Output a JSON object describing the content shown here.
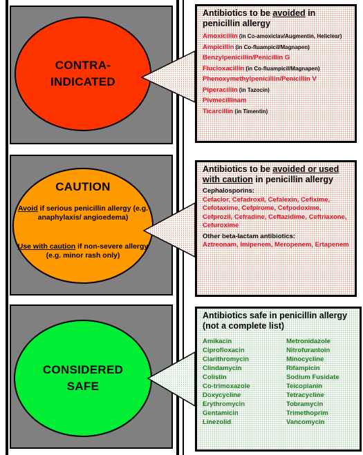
{
  "contra": {
    "circle_lines": [
      "CONTRA-",
      "INDICATED"
    ],
    "box_title_pre": "Antibiotics to be ",
    "box_title_u": "avoided",
    "box_title_post": " in penicillin allergy",
    "drugs": [
      {
        "name": "Amoxicillin",
        "note": " (in Co-amoxiclav/Augmentin, Heliclear)"
      },
      {
        "name": "Ampicillin",
        "note": " (in Co-fluampicil/Magnapen)"
      },
      {
        "name": "Benzylpenicillin/Penicillin G",
        "note": ""
      },
      {
        "name": "Flucloxacillin",
        "note": " (in Co-fluampicil/Magnapen)"
      },
      {
        "name": "Phenoxymethylpenicillin/Penicillin V",
        "note": ""
      },
      {
        "name": "Piperacillin",
        "note": " (in Tazocin)"
      },
      {
        "name": "Pivmecillinam",
        "note": ""
      },
      {
        "name": "Ticarcillin",
        "note": " (in Timentin)"
      }
    ]
  },
  "caution": {
    "circle_title": "CAUTION",
    "avoid_label": "Avoid",
    "avoid_text": " if serious penicillin allergy (e.g. anaphylaxis/ angioedema)",
    "use_label": "Use with caution",
    "use_text": " if non-severe allergy (e.g. minor rash only)",
    "box_title_pre": "Antibiotics to be ",
    "box_title_u": "avoided or used with caution",
    "box_title_post": " in penicillin allergy",
    "ceph_heading": "Cephalosporins:",
    "ceph_list": "Cefaclor, Cefadroxil, Cefalexin, Cefixime, Cefotaxime, Cefpirome, Cefpodoxime, Cefprozil, Cefradine, Ceftazidime, Ceftriaxone, Cefuroxime",
    "other_heading": "Other beta-lactam antibiotics:",
    "other_list": "Aztreonam, Imipenem, Meropenem, Ertapenem"
  },
  "safe": {
    "circle_lines": [
      "CONSIDERED",
      "SAFE"
    ],
    "box_title": "Antibiotics safe in penicillin allergy (not a complete list)",
    "col1": [
      "Amikacin",
      "Ciprofloxacin",
      "Clarithromycin",
      "Clindamycin",
      "Colistin",
      "Co-trimoxazole",
      "Doxycycline",
      "Erythromycin",
      "Gentamicin",
      "Linezolid"
    ],
    "col2": [
      "Metronidazole",
      "Nitrofurantoin",
      "Minocycline",
      "Rifampicin",
      "Sodium Fusidate",
      "Teicoplanin",
      "Tetracycline",
      "Tobramycin",
      "Trimethoprim",
      "Vancomycin"
    ]
  },
  "colors": {
    "contra": "#ff3300",
    "caution": "#ff9900",
    "safe": "#00ee33",
    "panel": "#808080",
    "red_text": "#e01020",
    "green_text": "#1f7a1f"
  }
}
